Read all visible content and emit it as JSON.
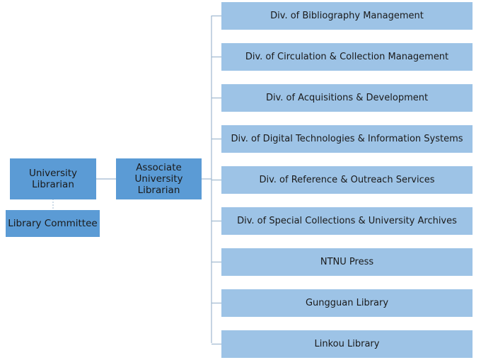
{
  "head": {
    "label": "University\nLibrarian"
  },
  "committee": {
    "label": "Library Committee"
  },
  "associate": {
    "label": "Associate\nUniversity\nLibrarian"
  },
  "divisions": [
    {
      "label": "Div. of Bibliography Management"
    },
    {
      "label": "Div. of Circulation & Collection Management"
    },
    {
      "label": "Div. of Acquisitions & Development"
    },
    {
      "label": "Div. of Digital Technologies & Information Systems"
    },
    {
      "label": "Div. of Reference & Outreach Services"
    },
    {
      "label": "Div. of Special Collections & University Archives"
    },
    {
      "label": "NTNU Press"
    },
    {
      "label": "Gungguan Library"
    },
    {
      "label": "Linkou Library"
    }
  ],
  "colors": {
    "dark_box": "#5b9bd5",
    "light_box": "#9dc3e6",
    "connector": "#9fb8d0"
  }
}
